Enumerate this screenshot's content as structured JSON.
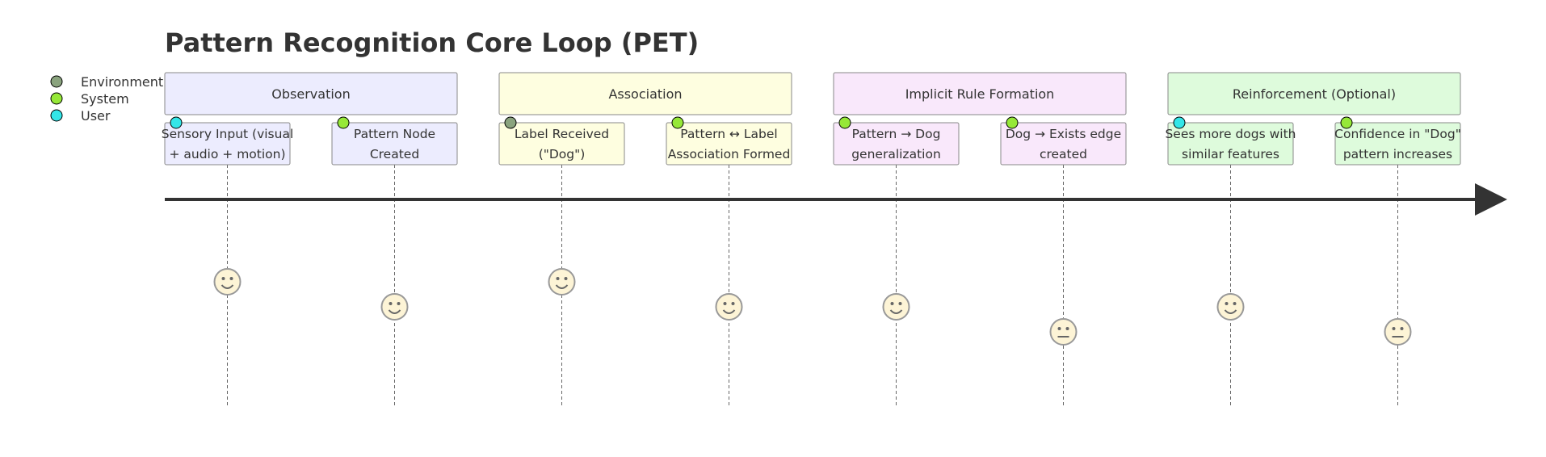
{
  "title": "Pattern Recognition Core Loop (PET)",
  "colors": {
    "actors": {
      "Environment": "#8aa37e",
      "System": "#96e838",
      "User": "#33e6e8"
    },
    "sections": [
      "#ececfe",
      "#fefee0",
      "#f9e8fb",
      "#defbdc"
    ],
    "text": "#333333",
    "axis": "#333333"
  },
  "legend": [
    {
      "name": "Environment",
      "color": "#8aa37e"
    },
    {
      "name": "System",
      "color": "#96e838"
    },
    {
      "name": "User",
      "color": "#33e6e8"
    }
  ],
  "sections": [
    {
      "label": "Observation",
      "tasks": [
        {
          "lines": [
            "Sensory Input (visual",
            "+ audio + motion)"
          ],
          "actor": "User",
          "score": 5
        },
        {
          "lines": [
            "Pattern Node",
            "Created"
          ],
          "actor": "System",
          "score": 4
        }
      ]
    },
    {
      "label": "Association",
      "tasks": [
        {
          "lines": [
            "Label Received",
            "(\"Dog\")"
          ],
          "actor": "Environment",
          "score": 5
        },
        {
          "lines": [
            "Pattern ↔ Label",
            "Association Formed"
          ],
          "actor": "System",
          "score": 4
        }
      ]
    },
    {
      "label": "Implicit Rule Formation",
      "tasks": [
        {
          "lines": [
            "Pattern → Dog",
            "generalization"
          ],
          "actor": "System",
          "score": 4
        },
        {
          "lines": [
            "Dog → Exists edge",
            "created"
          ],
          "actor": "System",
          "score": 3
        }
      ]
    },
    {
      "label": "Reinforcement (Optional)",
      "tasks": [
        {
          "lines": [
            "Sees more dogs with",
            "similar features"
          ],
          "actor": "User",
          "score": 4
        },
        {
          "lines": [
            "Confidence in \"Dog\"",
            "pattern increases"
          ],
          "actor": "System",
          "score": 3
        }
      ]
    }
  ]
}
